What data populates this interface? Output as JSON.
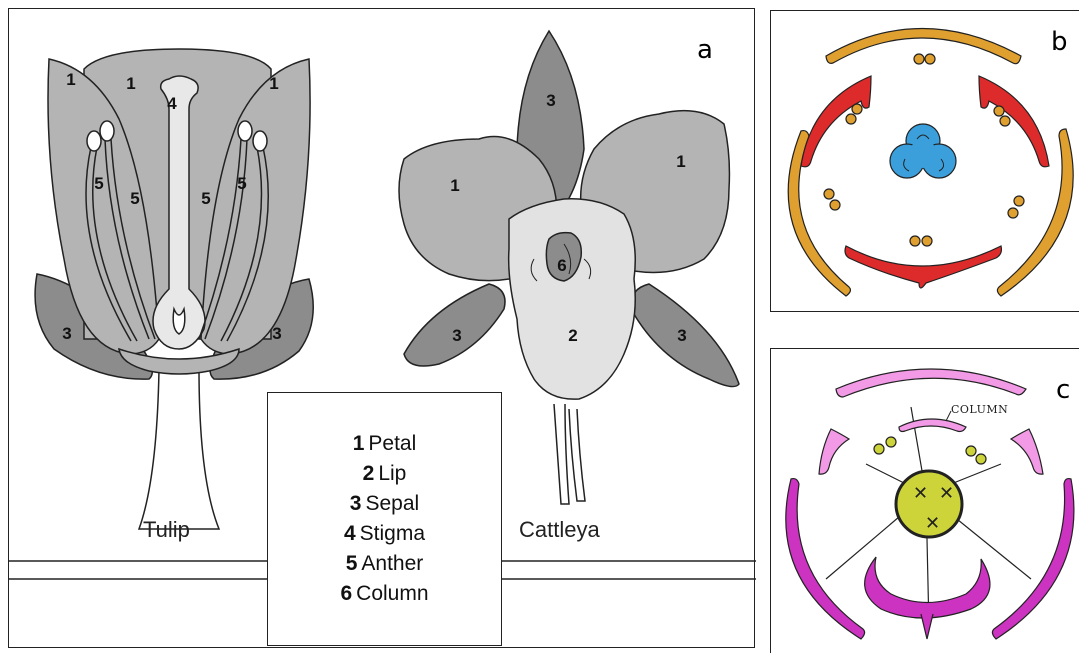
{
  "panels": {
    "a": {
      "letter": "a"
    },
    "b": {
      "letter": "b"
    },
    "c": {
      "letter": "c",
      "column_label": "COLUMN"
    }
  },
  "captions": {
    "tulip": "Tulip",
    "cattleya": "Cattleya"
  },
  "number_labels": {
    "petal": "1",
    "lip": "2",
    "sepal": "3",
    "stigma": "4",
    "anther": "5",
    "column": "6"
  },
  "legend": [
    {
      "num": "1",
      "label": "Petal"
    },
    {
      "num": "2",
      "label": "Lip"
    },
    {
      "num": "3",
      "label": "Sepal"
    },
    {
      "num": "4",
      "label": "Stigma"
    },
    {
      "num": "5",
      "label": "Anther"
    },
    {
      "num": "6",
      "label": "Column"
    }
  ],
  "colors": {
    "petal_grey": "#b4b4b4",
    "sepal_grey": "#8c8c8c",
    "lip_grey": "#e2e2e2",
    "stigma_light": "#e8e8e8",
    "orange": "#e0a030",
    "red": "#dd2b2b",
    "blue": "#3b9fdc",
    "pink": "#f29ae6",
    "magenta": "#cc33c0",
    "yellow_green": "#cdd43a"
  }
}
